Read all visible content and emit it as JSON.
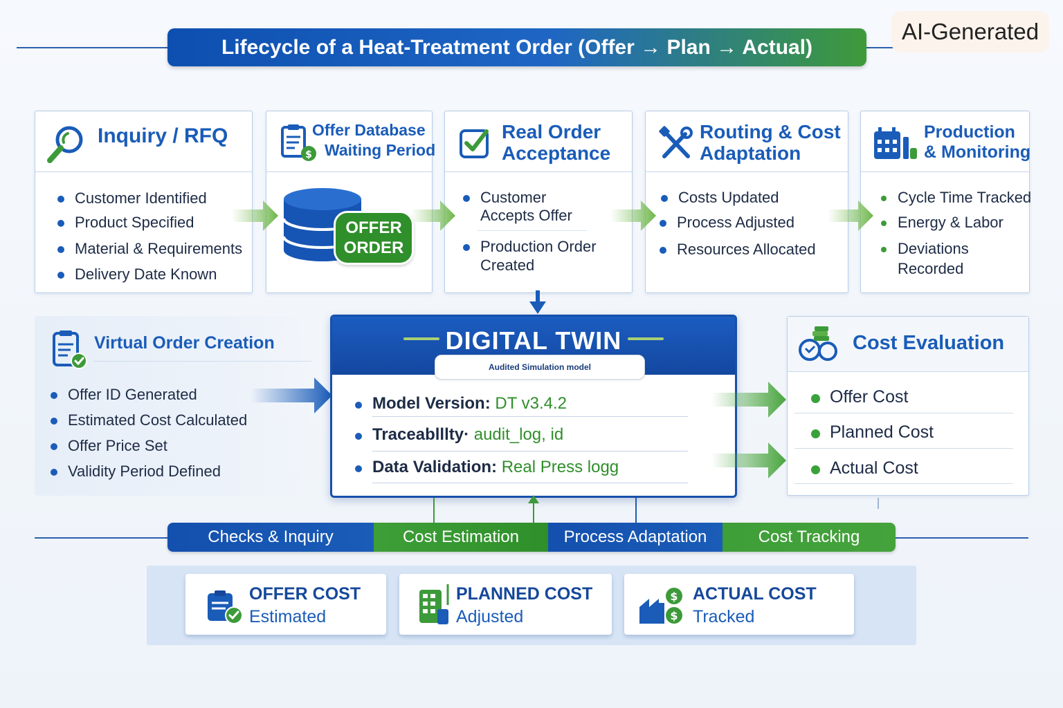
{
  "header": {
    "title": "Lifecycle of a Heat-Treatment Order (Offer → Plan → Actual)",
    "badge": "AI-Generated"
  },
  "steps": [
    {
      "title": "Inquiry / RFQ",
      "icon": "magnifier-icon",
      "items": [
        "Customer Identified",
        "Product Specified",
        "Material & Requirements",
        "Delivery Date Known"
      ]
    },
    {
      "title_line1": "Offer Database",
      "title_line2": "Waiting Period",
      "icon": "document-dollar-icon",
      "db_label_line1": "OFFER",
      "db_label_line2": "ORDER"
    },
    {
      "title_line1": "Real Order",
      "title_line2": "Acceptance",
      "icon": "checkbox-icon",
      "items": [
        "Customer",
        "Accepts Offer",
        "Production Order",
        "Created"
      ]
    },
    {
      "title_line1": "Routing & Cost",
      "title_line2": "Adaptation",
      "icon": "tools-icon",
      "items": [
        "Costs Updated",
        "Process Adjusted",
        "Resources Allocated"
      ]
    },
    {
      "title_line1": "Production",
      "title_line2": "& Monitoring",
      "icon": "calendar-icon",
      "items": [
        "Cycle Time Tracked",
        "Energy & Labor",
        "Deviations",
        "Recorded"
      ]
    }
  ],
  "virtual_order": {
    "title": "Virtual Order Creation",
    "items": [
      "Offer ID Generated",
      "Estimated Cost Calculated",
      "Offer Price Set",
      "Validity Period Defined"
    ]
  },
  "digital_twin": {
    "title": "DIGITAL TWIN",
    "subtitle": "Audited Simulation model",
    "rows": [
      {
        "key": "Model Version:",
        "value": "DT v3.4.2"
      },
      {
        "key": "Traceablllty·",
        "value": "audit_log, id"
      },
      {
        "key": "Data Validation:",
        "value": "Real Press logg"
      }
    ]
  },
  "cost_evaluation": {
    "title": "Cost Evaluation",
    "items": [
      "Offer Cost",
      "Planned Cost",
      "Actual Cost"
    ]
  },
  "phases": [
    "Checks & Inquiry",
    "Cost Estimation",
    "Process Adaptation",
    "Cost Tracking"
  ],
  "cost_tiles": [
    {
      "title": "OFFER COST",
      "subtitle": "Estimated",
      "icon": "clipboard-check-icon"
    },
    {
      "title": "PLANNED COST",
      "subtitle": "Adjusted",
      "icon": "calculator-icon"
    },
    {
      "title": "ACTUAL COST",
      "subtitle": "Tracked",
      "icon": "factory-dollar-icon"
    }
  ],
  "colors": {
    "primary_blue": "#1a5cb8",
    "accent_green": "#3d9a3a",
    "dark_blue": "#1448a0"
  }
}
